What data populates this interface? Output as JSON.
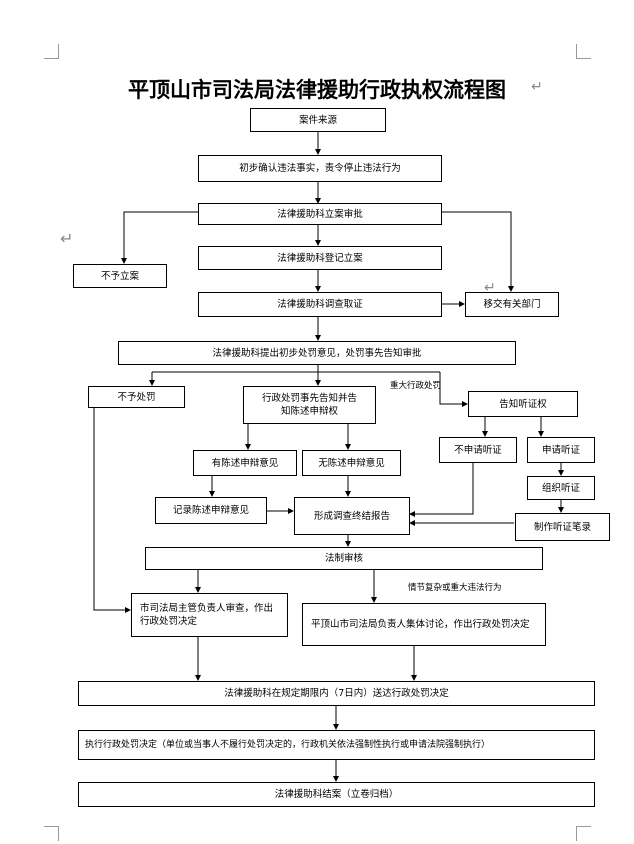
{
  "title": "平顶山市司法局法律援助行政执权流程图",
  "nodes": {
    "source": "案件来源",
    "confirm": "初步确认违法事实，责令停止违法行为",
    "approve": "法律援助科立案审批",
    "not_filed": "不予立案",
    "register": "法律援助科登记立案",
    "investigate": "法律援助科调查取证",
    "transfer": "移交有关部门",
    "propose": "法律援助科提出初步处罚意见，处罚事先告知审批",
    "no_penalty": "不予处罚",
    "notify": "行政处罚事先告知并告知陈述申辩权",
    "hearing_notice": "告知听证权",
    "has_statement": "有陈述申辩意见",
    "no_statement": "无陈述申辩意见",
    "no_hearing": "不申请听证",
    "apply_hearing": "申请听证",
    "organize_hearing": "组织听证",
    "record_statement": "记录陈述申辩意见",
    "report": "形成调查终结报告",
    "hearing_record": "制作听证笔录",
    "legal_review": "法制审核",
    "chief_review": "市司法局主管负责人审查，作出行政处罚决定",
    "group_discussion": "平顶山市司法局负责人集体讨论，作出行政处罚决定",
    "deliver": "法律援助科在规定期限内（7日内）送达行政处罚决定",
    "execute": "执行行政处罚决定（单位或当事人不履行处罚决定的，行政机关依法强制性执行或申请法院强制执行）",
    "close": "法律援助科结案（立卷归档）"
  },
  "labels": {
    "major_penalty": "重大行政处罚",
    "complex_case": "情节复杂或重大违法行为"
  }
}
